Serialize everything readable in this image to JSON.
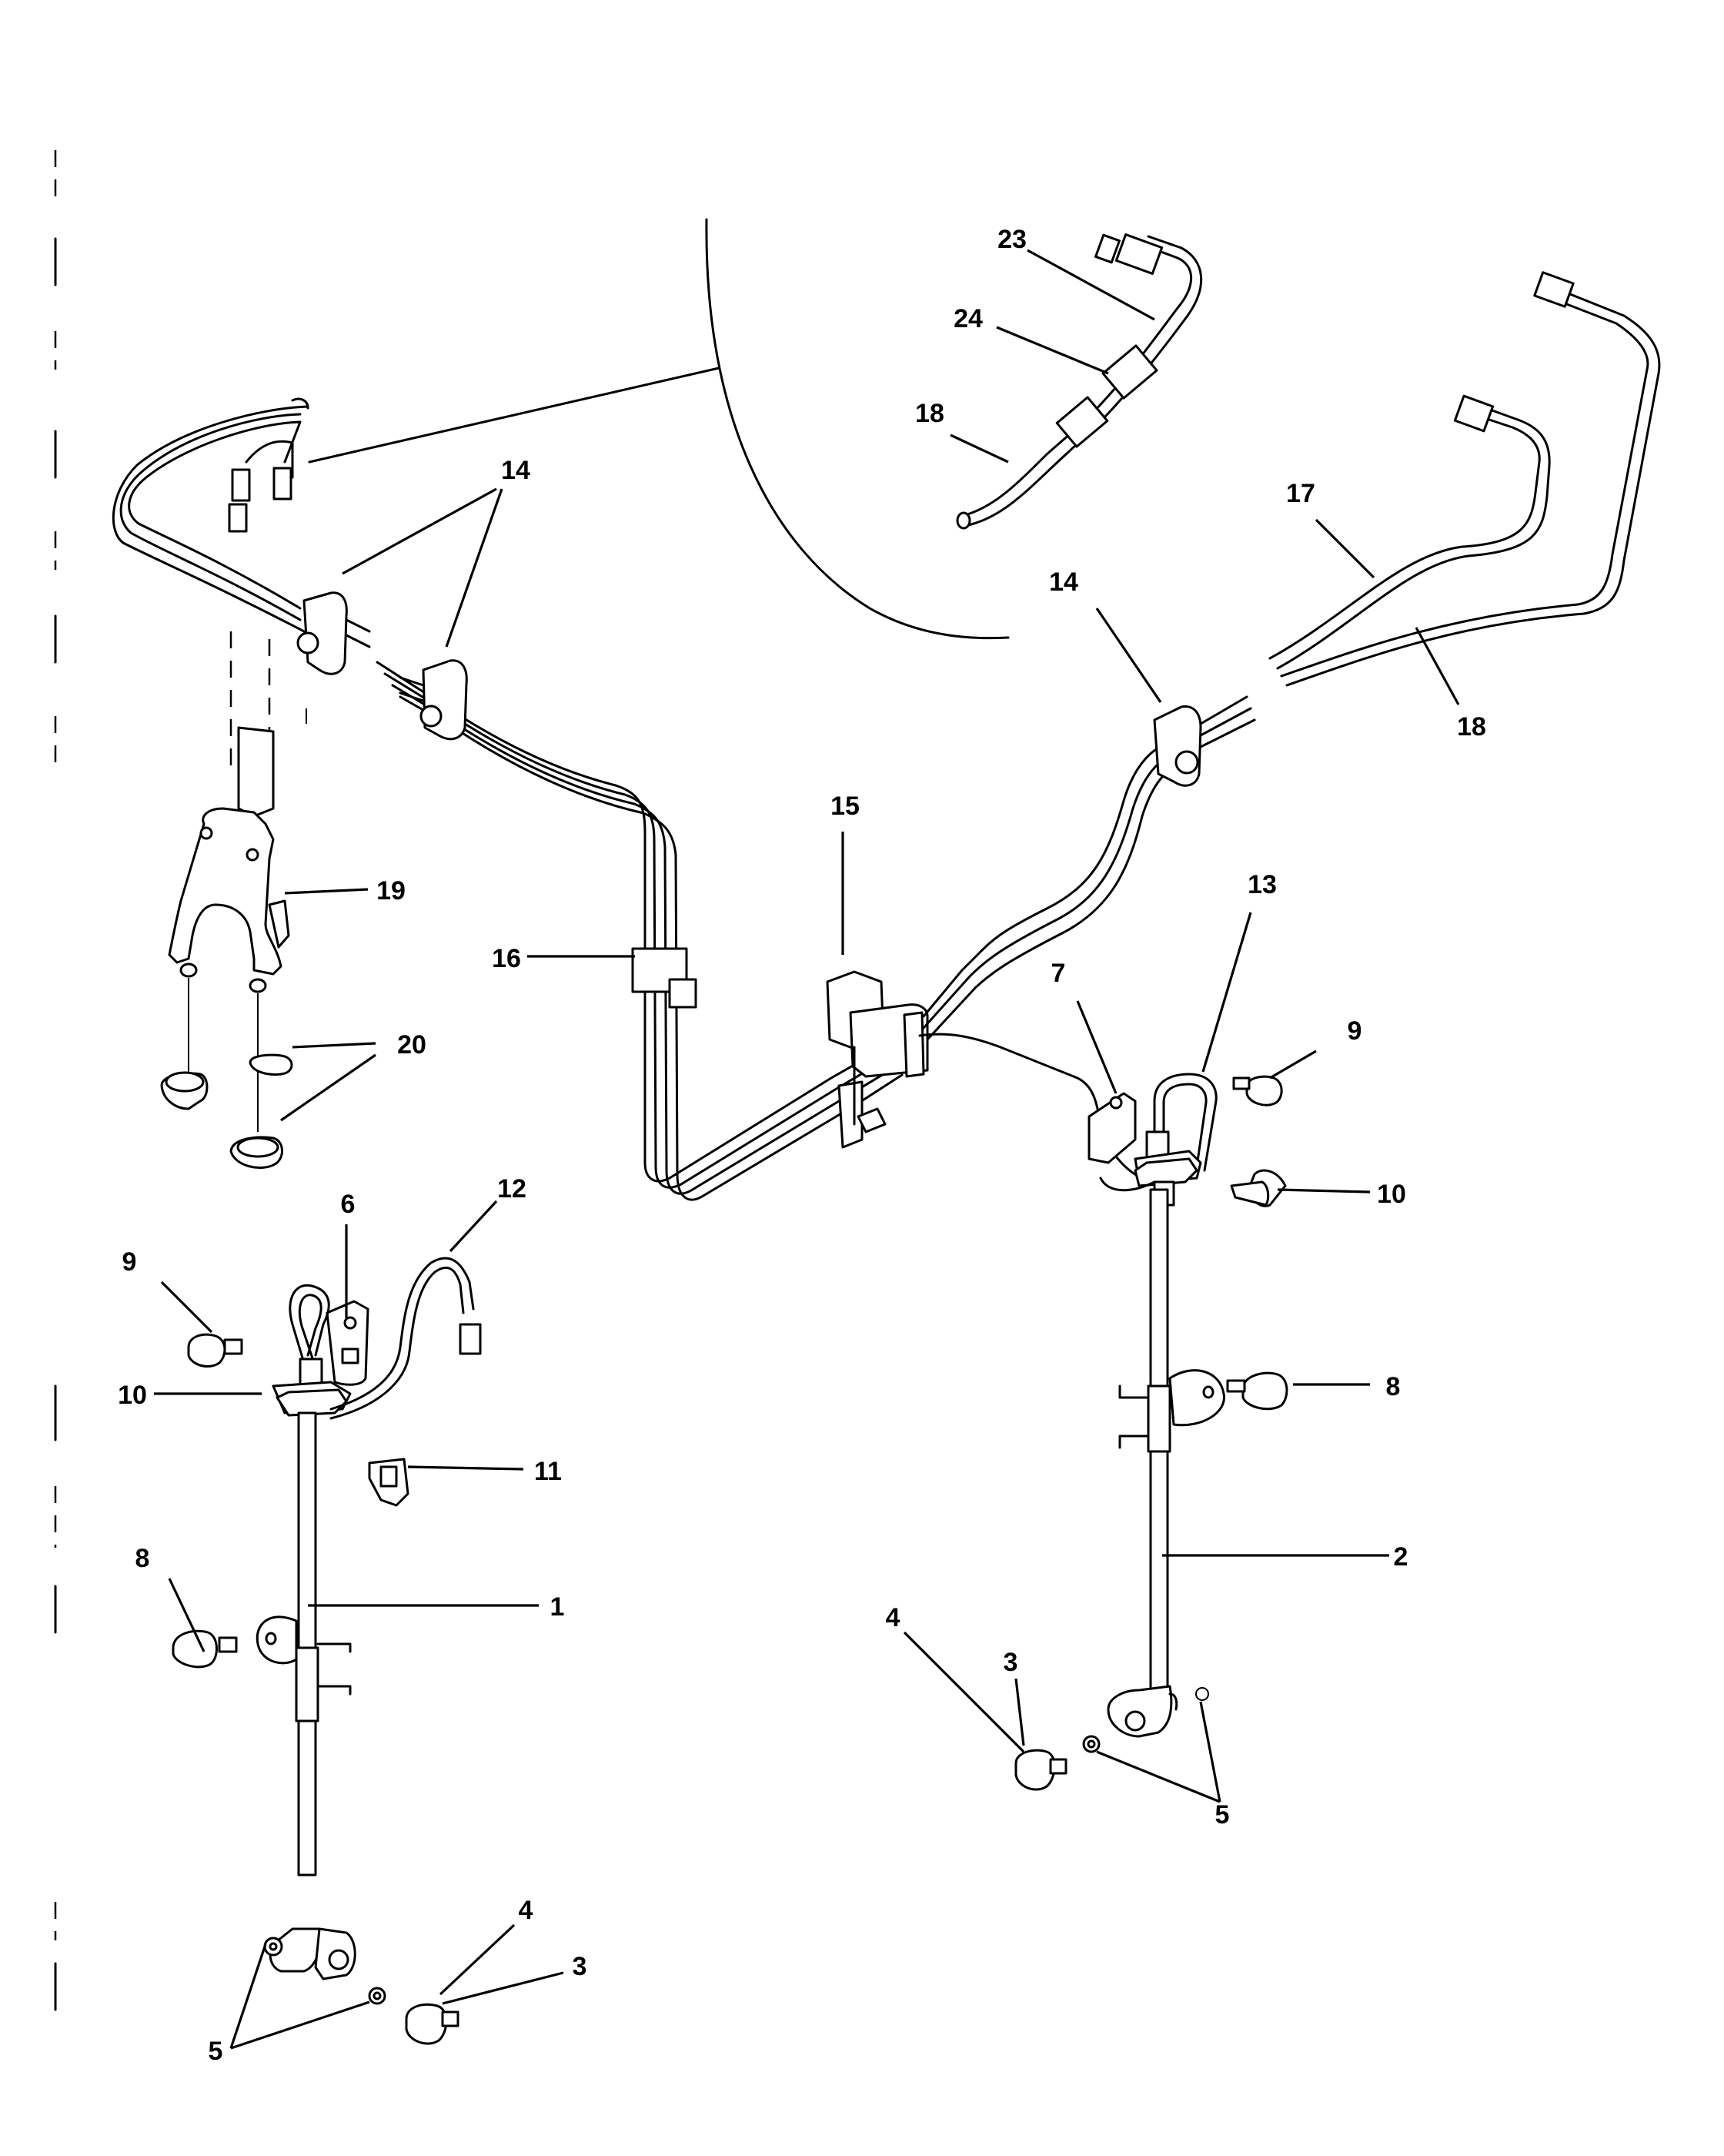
{
  "callouts": {
    "c1": "1",
    "c2": "2",
    "c3a": "3",
    "c3b": "3",
    "c4a": "4",
    "c4b": "4",
    "c5a": "5",
    "c5b": "5",
    "c6": "6",
    "c7": "7",
    "c8a": "8",
    "c8b": "8",
    "c9a": "9",
    "c9b": "9",
    "c10a": "10",
    "c10b": "10",
    "c11": "11",
    "c12": "12",
    "c13": "13",
    "c14a": "14",
    "c14b": "14",
    "c15": "15",
    "c16": "16",
    "c17": "17",
    "c18a": "18",
    "c18b": "18",
    "c19": "19",
    "c20": "20",
    "c23": "23",
    "c24": "24"
  }
}
